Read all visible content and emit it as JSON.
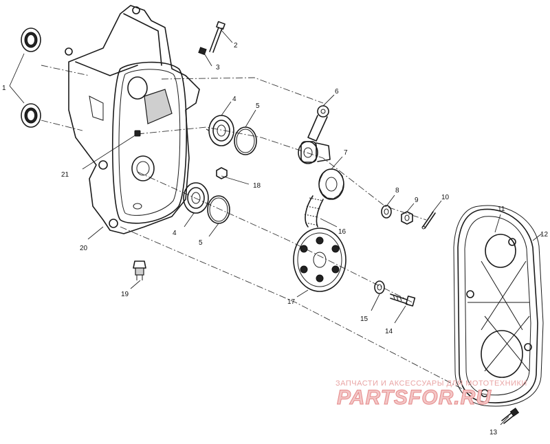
{
  "callouts": {
    "c1": "1",
    "c2": "2",
    "c3": "3",
    "c4a": "4",
    "c4b": "4",
    "c5a": "5",
    "c5b": "5",
    "c6": "6",
    "c7": "7",
    "c8": "8",
    "c9": "9",
    "c10": "10",
    "c11": "11",
    "c12": "12",
    "c13": "13",
    "c14": "14",
    "c15": "15",
    "c16": "16",
    "c17": "17",
    "c18": "18",
    "c19": "19",
    "c20": "20",
    "c21": "21"
  },
  "watermark": {
    "tagline": "ЗАПЧАСТИ И АКСЕССУАРЫ ДЛЯ МОТОТЕХНИКИ",
    "brand": "PARTSFOR.RU"
  },
  "colors": {
    "line": "#1a1a1a",
    "watermark_text": "#e9a4a4",
    "watermark_brand": "#e58a8a"
  }
}
